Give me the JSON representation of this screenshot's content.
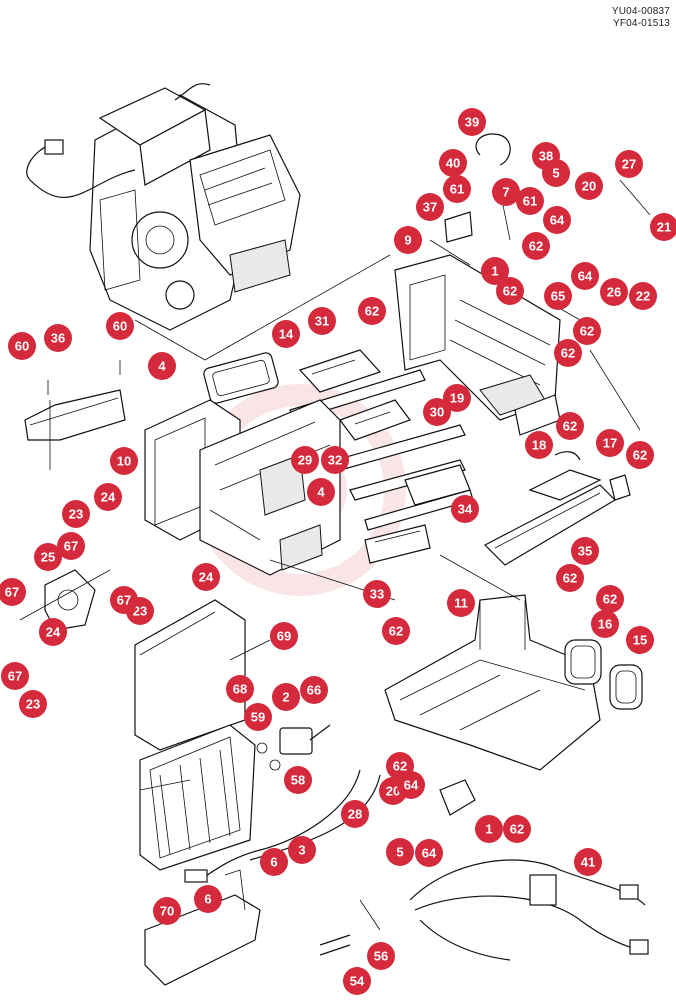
{
  "header": {
    "code_primary": "YU04-00837",
    "code_secondary": "YF04-01513"
  },
  "colors": {
    "callout_fill": "#d42a3c",
    "callout_text": "#ffffff",
    "line": "#111111"
  },
  "callouts": [
    {
      "label": "39"
    },
    {
      "label": "38"
    },
    {
      "label": "40"
    },
    {
      "label": "61"
    },
    {
      "label": "7"
    },
    {
      "label": "5"
    },
    {
      "label": "27"
    },
    {
      "label": "20"
    },
    {
      "label": "37"
    },
    {
      "label": "61"
    },
    {
      "label": "64"
    },
    {
      "label": "21"
    },
    {
      "label": "9"
    },
    {
      "label": "62"
    },
    {
      "label": "1"
    },
    {
      "label": "64"
    },
    {
      "label": "62"
    },
    {
      "label": "65"
    },
    {
      "label": "26"
    },
    {
      "label": "22"
    },
    {
      "label": "62"
    },
    {
      "label": "62"
    },
    {
      "label": "60"
    },
    {
      "label": "31"
    },
    {
      "label": "14"
    },
    {
      "label": "62"
    },
    {
      "label": "60"
    },
    {
      "label": "36"
    },
    {
      "label": "4"
    },
    {
      "label": "30"
    },
    {
      "label": "19"
    },
    {
      "label": "62"
    },
    {
      "label": "18"
    },
    {
      "label": "17"
    },
    {
      "label": "62"
    },
    {
      "label": "10"
    },
    {
      "label": "29"
    },
    {
      "label": "32"
    },
    {
      "label": "4"
    },
    {
      "label": "34"
    },
    {
      "label": "24"
    },
    {
      "label": "23"
    },
    {
      "label": "67"
    },
    {
      "label": "25"
    },
    {
      "label": "67"
    },
    {
      "label": "23"
    },
    {
      "label": "24"
    },
    {
      "label": "67"
    },
    {
      "label": "24"
    },
    {
      "label": "35"
    },
    {
      "label": "62"
    },
    {
      "label": "33"
    },
    {
      "label": "11"
    },
    {
      "label": "62"
    },
    {
      "label": "62"
    },
    {
      "label": "16"
    },
    {
      "label": "15"
    },
    {
      "label": "69"
    },
    {
      "label": "67"
    },
    {
      "label": "23"
    },
    {
      "label": "68"
    },
    {
      "label": "2"
    },
    {
      "label": "66"
    },
    {
      "label": "59"
    },
    {
      "label": "58"
    },
    {
      "label": "62"
    },
    {
      "label": "20"
    },
    {
      "label": "64"
    },
    {
      "label": "28"
    },
    {
      "label": "1"
    },
    {
      "label": "62"
    },
    {
      "label": "3"
    },
    {
      "label": "6"
    },
    {
      "label": "5"
    },
    {
      "label": "64"
    },
    {
      "label": "41"
    },
    {
      "label": "70"
    },
    {
      "label": "6"
    },
    {
      "label": "56"
    },
    {
      "label": "54"
    }
  ]
}
